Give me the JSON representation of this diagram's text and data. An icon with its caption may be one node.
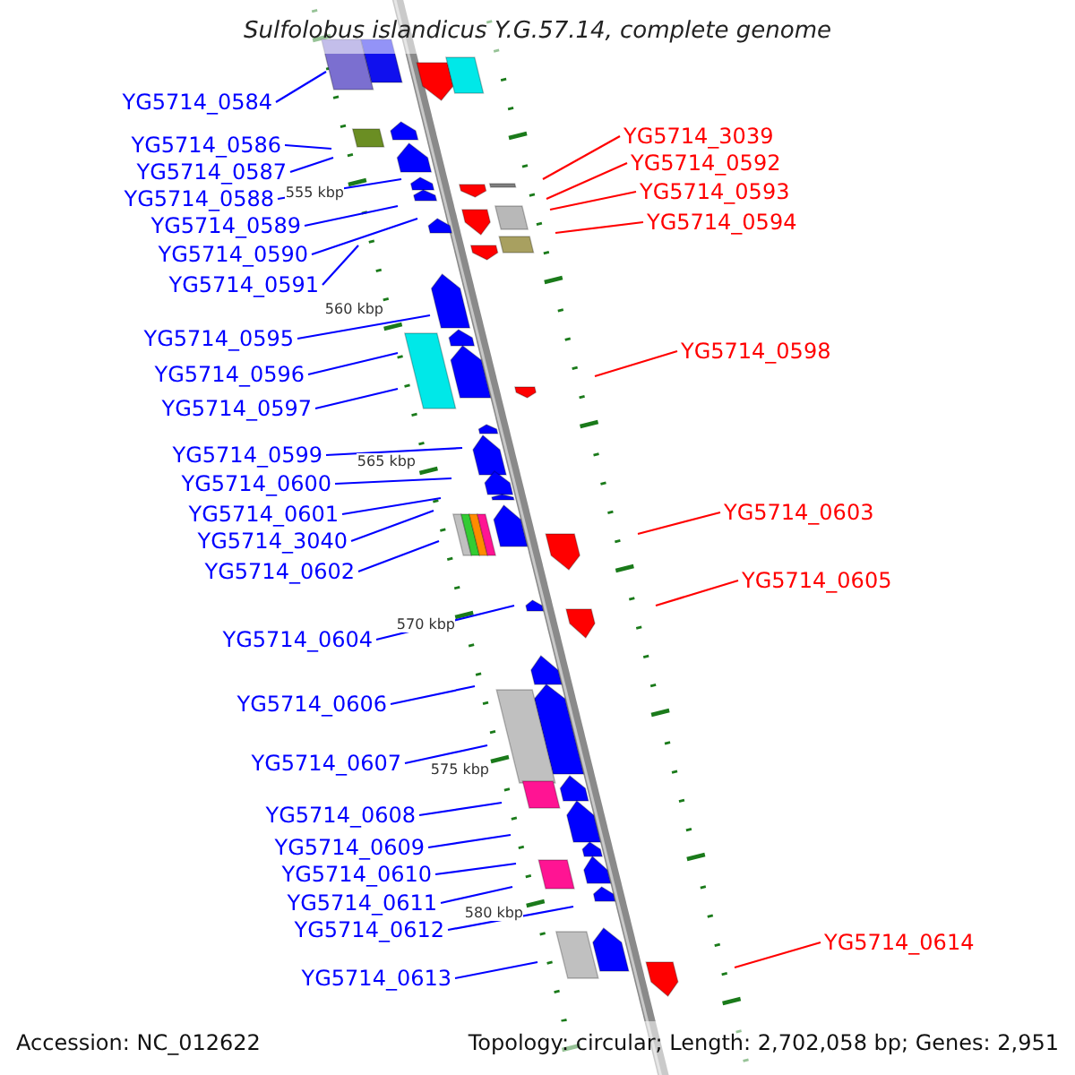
{
  "diagram": {
    "title": "Sulfolobus islandicus Y.G.57.14, complete genome",
    "nodes": [
      {
        "text": [
          "YG5714_0584"
        ]
      },
      {
        "text": [
          "YG5714_0586"
        ]
      },
      {
        "text": [
          "YG5714_0587"
        ]
      },
      {
        "text": [
          "YG5714_0588"
        ]
      },
      {
        "text": [
          "YG5714_0589"
        ]
      },
      {
        "text": [
          "YG5714_0590"
        ]
      },
      {
        "text": [
          "YG5714_0591"
        ]
      },
      {
        "text": [
          "YG5714_0595"
        ]
      },
      {
        "text": [
          "YG5714_0596"
        ]
      },
      {
        "text": [
          "YG5714_0597"
        ]
      },
      {
        "text": [
          "YG5714_0599"
        ]
      },
      {
        "text": [
          "YG5714_0600"
        ]
      },
      {
        "text": [
          "YG5714_0601"
        ]
      },
      {
        "text": [
          "YG5714_3040"
        ]
      },
      {
        "text": [
          "YG5714_0602"
        ]
      },
      {
        "text": [
          "YG5714_0604"
        ]
      },
      {
        "text": [
          "YG5714_0606"
        ]
      },
      {
        "text": [
          "YG5714_0607"
        ]
      },
      {
        "text": [
          "YG5714_0608"
        ]
      },
      {
        "text": [
          "YG5714_0609"
        ]
      },
      {
        "text": [
          "YG5714_0610"
        ]
      },
      {
        "text": [
          "YG5714_0611"
        ]
      },
      {
        "text": [
          "YG5714_0612"
        ]
      },
      {
        "text": [
          "YG5714_0613"
        ]
      },
      {
        "text": [
          "YG5714_3039"
        ]
      },
      {
        "text": [
          "YG5714_0592"
        ]
      },
      {
        "text": [
          "YG5714_0593"
        ]
      },
      {
        "text": [
          "YG5714_0594"
        ]
      },
      {
        "text": [
          "YG5714_0598"
        ]
      },
      {
        "text": [
          "YG5714_0603"
        ]
      },
      {
        "text": [
          "YG5714_0605"
        ]
      },
      {
        "text": [
          "YG5714_0614"
        ]
      }
    ],
    "edges": [
      {
        "from": 0,
        "to": null,
        "arrow": "none"
      },
      {
        "from": 1,
        "to": null,
        "arrow": "none"
      },
      {
        "from": 2,
        "to": null,
        "arrow": "none"
      },
      {
        "from": 3,
        "to": null,
        "arrow": "none"
      },
      {
        "from": 4,
        "to": null,
        "arrow": "none"
      },
      {
        "from": 5,
        "to": null,
        "arrow": "none"
      },
      {
        "from": 6,
        "to": null,
        "arrow": "none"
      },
      {
        "from": 7,
        "to": null,
        "arrow": "none"
      },
      {
        "from": 8,
        "to": null,
        "arrow": "none"
      },
      {
        "from": 9,
        "to": null,
        "arrow": "none"
      },
      {
        "from": 10,
        "to": null,
        "arrow": "none"
      },
      {
        "from": 11,
        "to": null,
        "arrow": "none"
      },
      {
        "from": 12,
        "to": null,
        "arrow": "none"
      },
      {
        "from": 13,
        "to": null,
        "arrow": "none"
      },
      {
        "from": 14,
        "to": null,
        "arrow": "none"
      },
      {
        "from": 15,
        "to": null,
        "arrow": "none"
      },
      {
        "from": 16,
        "to": null,
        "arrow": "none"
      },
      {
        "from": 17,
        "to": null,
        "arrow": "none"
      },
      {
        "from": 18,
        "to": null,
        "arrow": "none"
      },
      {
        "from": 19,
        "to": null,
        "arrow": "none"
      },
      {
        "from": 20,
        "to": null,
        "arrow": "none"
      },
      {
        "from": 21,
        "to": null,
        "arrow": "none"
      },
      {
        "from": 22,
        "to": null,
        "arrow": "none"
      },
      {
        "from": 23,
        "to": null,
        "arrow": "none"
      },
      {
        "from": 24,
        "to": null,
        "arrow": "none",
        "color": "#ff0000"
      },
      {
        "from": 25,
        "to": null,
        "arrow": "none",
        "color": "#ff0000"
      },
      {
        "from": 26,
        "to": null,
        "arrow": "none",
        "color": "#ff0000"
      },
      {
        "from": 27,
        "to": null,
        "arrow": "none",
        "color": "#ff0000"
      },
      {
        "from": 28,
        "to": null,
        "arrow": "none",
        "color": "#ff0000"
      },
      {
        "from": 29,
        "to": null,
        "arrow": "none",
        "color": "#ff0000"
      },
      {
        "from": 30,
        "to": null,
        "arrow": "none",
        "color": "#ff0000"
      },
      {
        "from": 31,
        "to": null,
        "arrow": "none",
        "color": "#ff0000"
      }
    ],
    "labels": [
      "555 kbp",
      "560 kbp",
      "565 kbp",
      "570 kbp",
      "575 kbp",
      "580 kbp",
      "Accession: NC_012622",
      "Topology: circular; Length: 2,702,058 bp; Genes: 2,951"
    ]
  }
}
